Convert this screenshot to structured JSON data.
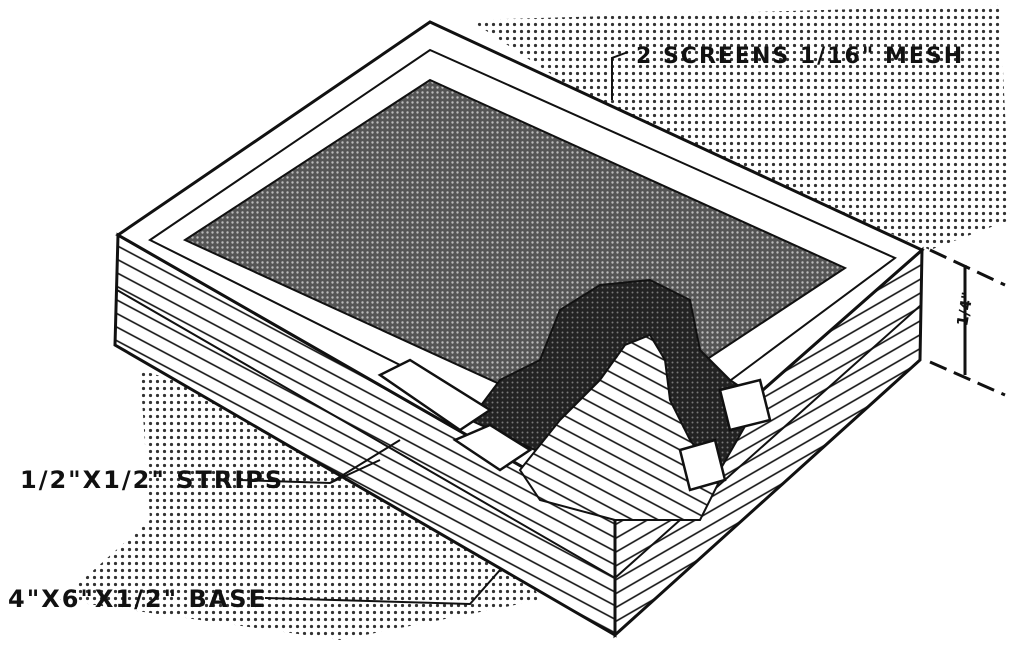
{
  "figure": {
    "labels": {
      "screens": "2 SCREENS 1/16\" MESH",
      "strips": "1/2\"X1/2\" STRIPS",
      "base": "4\"X6\"X1/2\" BASE",
      "height_dimension": "1/4\""
    },
    "colors": {
      "ink": "#111111",
      "paper": "#ffffff",
      "halftone": "#333333"
    }
  }
}
